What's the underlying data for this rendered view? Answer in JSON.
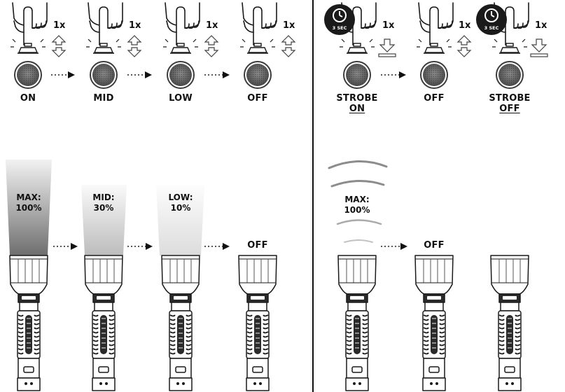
{
  "clicks_label": "1x",
  "sec_badge": "3 SEC",
  "top_left_labels": [
    "ON",
    "MID",
    "LOW",
    "OFF"
  ],
  "top_right_labels": [
    {
      "line1": "STROBE",
      "line2": "ON"
    },
    {
      "line1": "OFF",
      "line2": ""
    },
    {
      "line1": "STROBE",
      "line2": "OFF"
    }
  ],
  "beam_labels": [
    {
      "line1": "MAX:",
      "line2": "100%"
    },
    {
      "line1": "MID:",
      "line2": "30%"
    },
    {
      "line1": "LOW:",
      "line2": "10%"
    }
  ],
  "bottom_left_off": "OFF",
  "strobe_beam": {
    "line1": "MAX:",
    "line2": "100%"
  },
  "bottom_right_off": "OFF",
  "icons": [
    "pressing-hand-icon",
    "press-release-arrow-icon",
    "press-hold-arrow-icon",
    "clock-icon",
    "flashlight-icon"
  ]
}
